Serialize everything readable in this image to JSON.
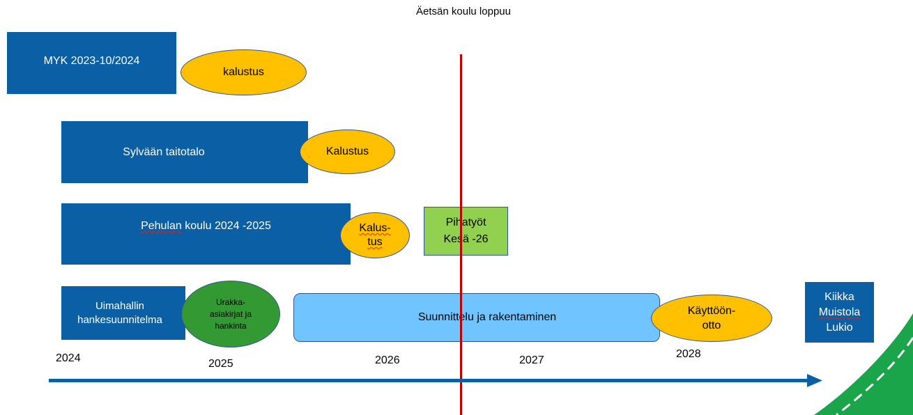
{
  "title": "Äetsän koulu loppuu",
  "colors": {
    "blue_box": "#0b5fa5",
    "light_blue": "#70c4ff",
    "orange": "#ffc000",
    "green_circle": "#339933",
    "light_green": "#92d050",
    "red_line": "#c00000",
    "arrow": "#0b5fa5",
    "road_green": "#1aa54a"
  },
  "boxes": {
    "myk": "MYK 2023-10/2024",
    "sylvaa": "Sylvään taitotalo",
    "pehula_name": "Pehulan",
    "pehula_rest": " koulu 2024 -2025",
    "uimahalli_l1": "Uimahallin",
    "uimahalli_l2": "hankesuunnitelma",
    "pihatyot_l1": "Pihatyöt",
    "pihatyot_l2": "Kesä -26",
    "suunnittelu": "Suunnittelu ja rakentaminen",
    "kiikka_l1": "Kiikka",
    "kiikka_l2": "Muistola",
    "kiikka_l3": "Lukio"
  },
  "ellipses": {
    "kalustus1": "kalustus",
    "kalustus2": "Kalustus",
    "kalustus3_l1": "Kalus-",
    "kalustus3_l2": "tus",
    "urakka_l1": "Urakka-",
    "urakka_l2": "asiakirjat ja",
    "urakka_l3": "hankinta",
    "kayttoon_l1": "Käyttöön-",
    "kayttoon_l2": "otto"
  },
  "years": [
    "2024",
    "2025",
    "2026",
    "2027",
    "2028"
  ]
}
